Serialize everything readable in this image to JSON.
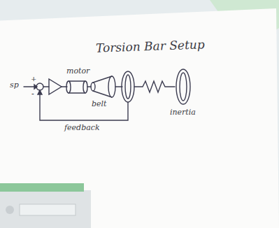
{
  "diagram": {
    "title": "Torsion Bar Setup",
    "labels": [
      "sp",
      "+",
      "-",
      "motor",
      "belt",
      "inertia",
      "feedback"
    ]
  }
}
